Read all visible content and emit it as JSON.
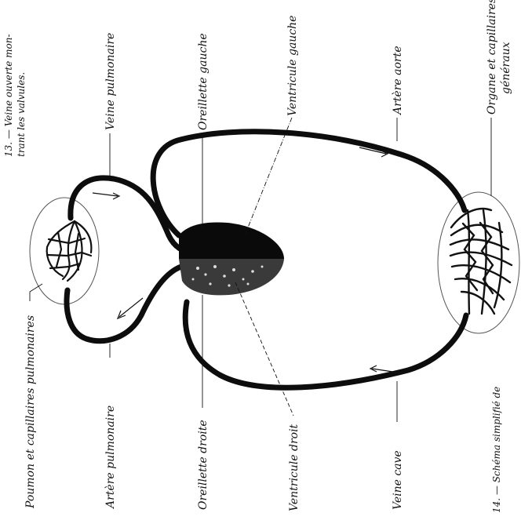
{
  "captions": {
    "fig13_line1": "13. — Veine ouverte mon-",
    "fig13_line2": "trant les valvules.",
    "fig14": "14. — Schéma simplifié de"
  },
  "labels": {
    "veine_pulmonaire": "Veine pulmonaire",
    "oreillette_gauche": "Oreillette gauche",
    "ventricule_gauche": "Ventricule gauche",
    "artere_aorte": "Artère aorte",
    "organe_line1": "Organe et capillaires",
    "organe_line2": "généraux",
    "poumon": "Poumon et capillaires pulmonaires",
    "artere_pulmonaire": "Artère pulmonaire",
    "oreillette_droite": "Oreillette droite",
    "ventricule_droit": "Ventricule droit",
    "veine_cave": "Veine cave"
  },
  "colors": {
    "ink": "#111111",
    "vessel": "#0d0d0d",
    "paper": "#ffffff",
    "organ_outline": "#555555"
  }
}
